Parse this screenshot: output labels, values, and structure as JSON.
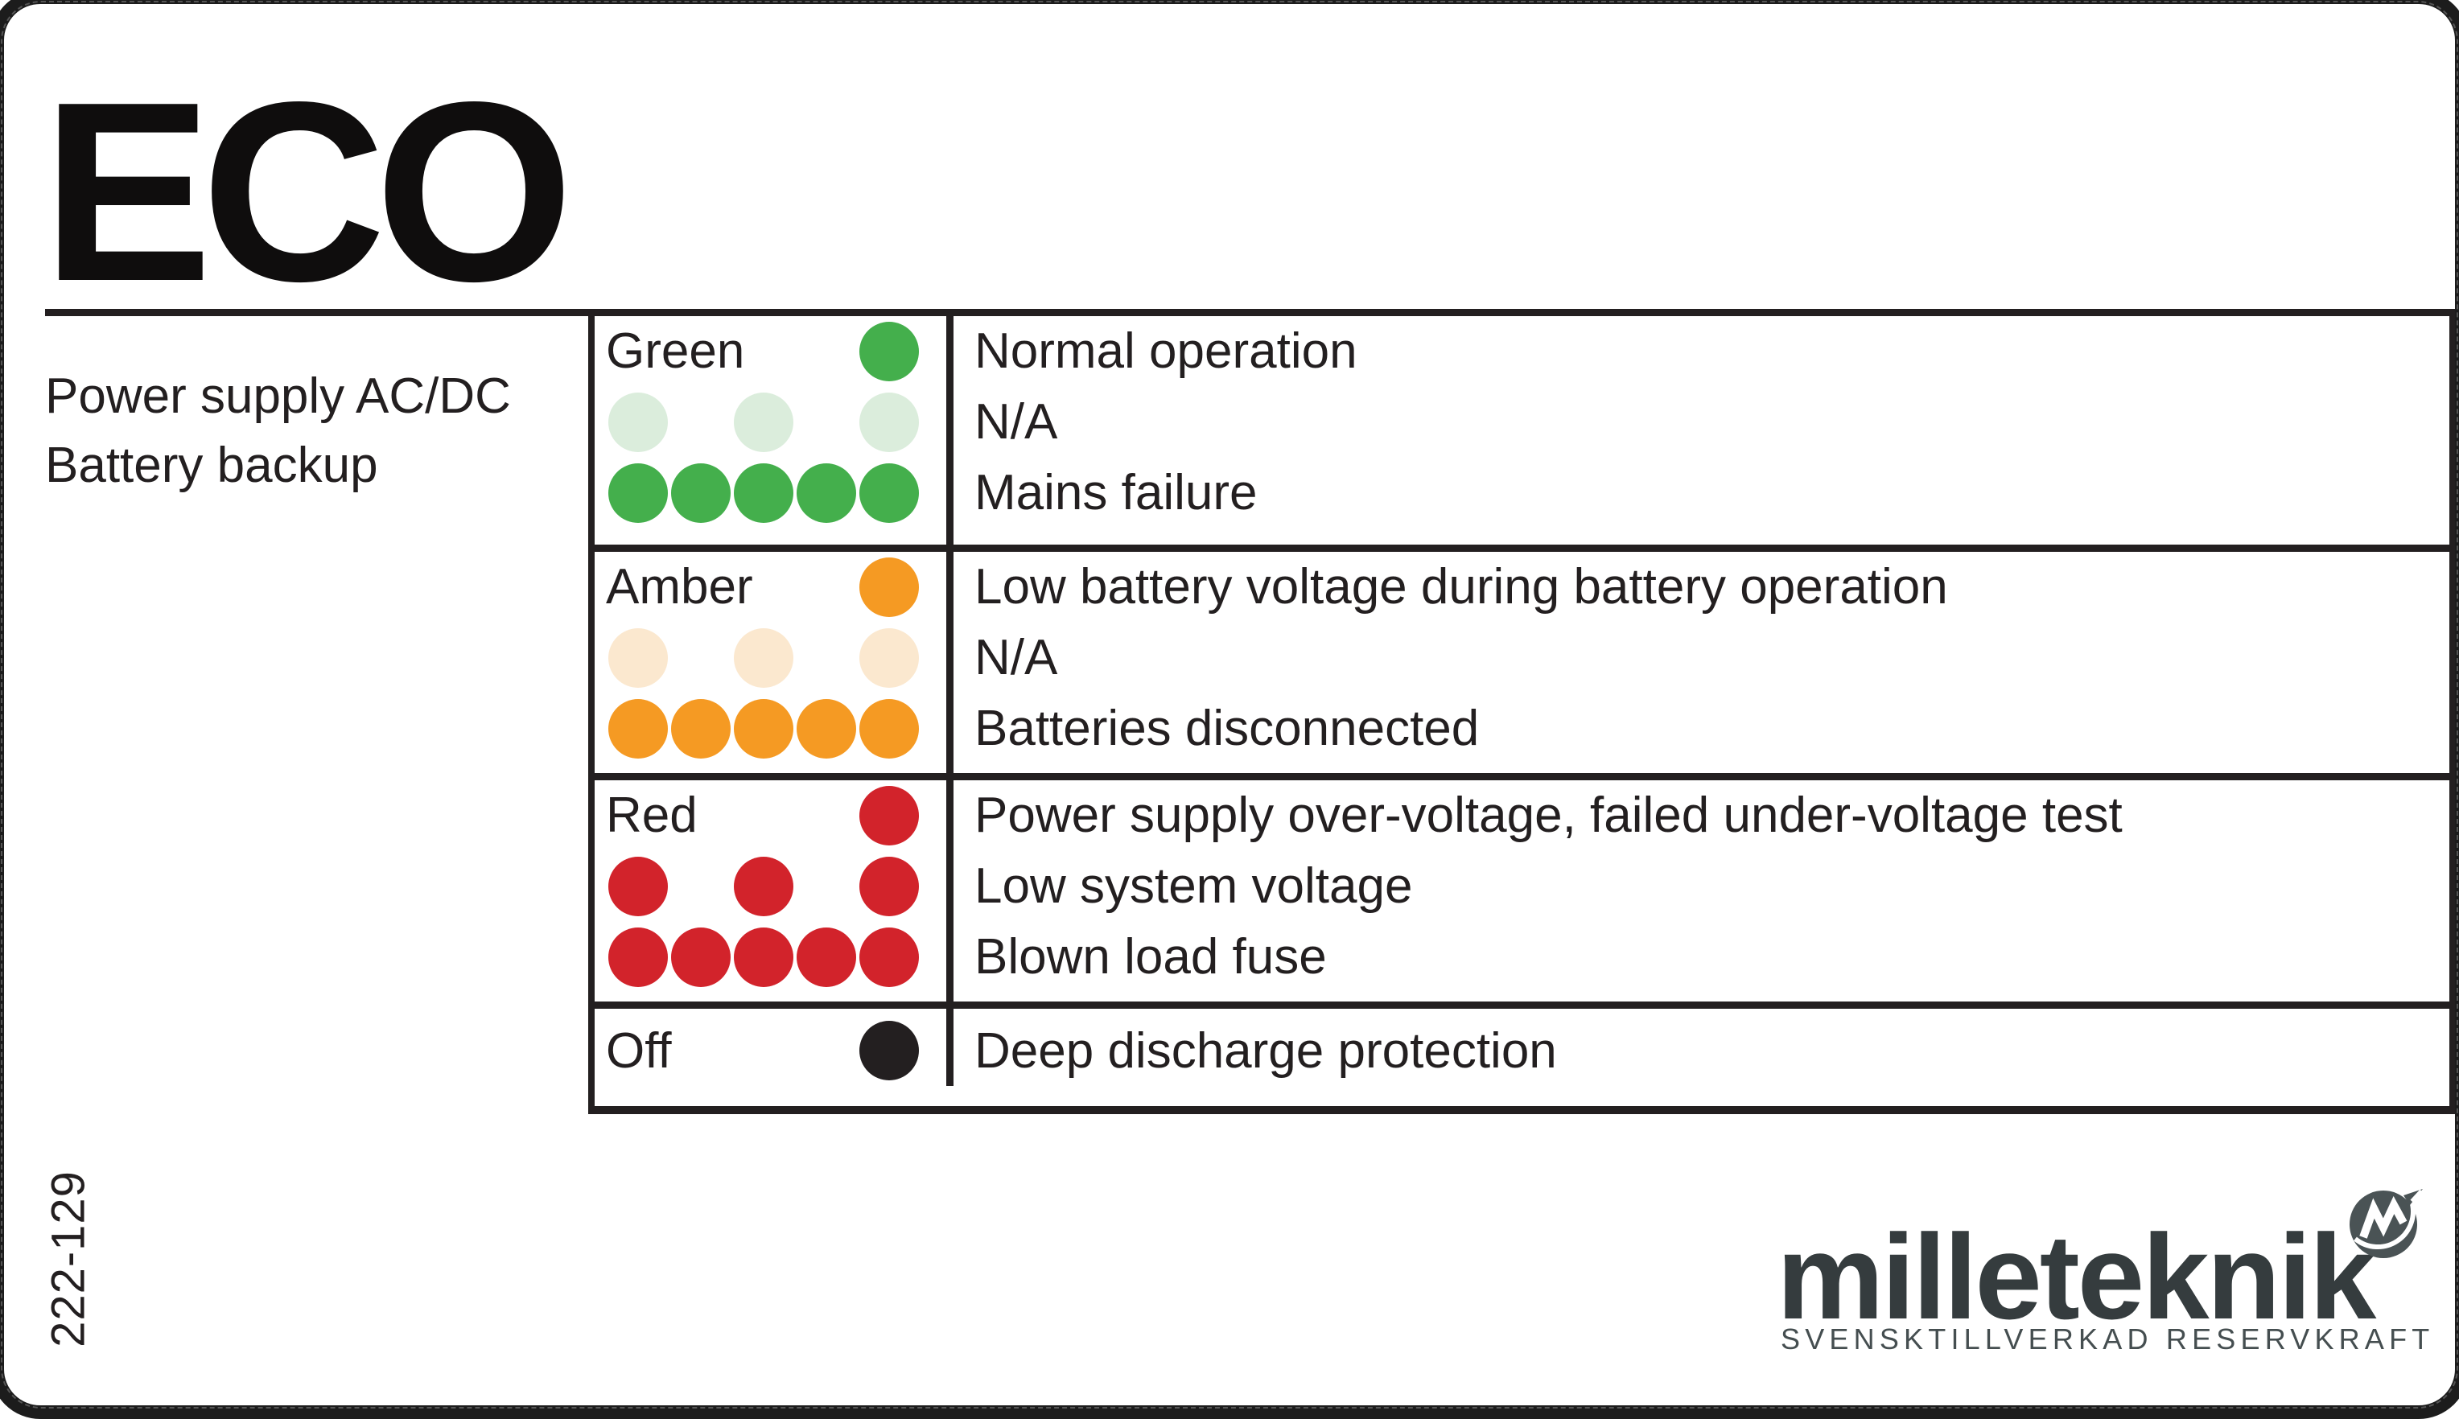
{
  "product": {
    "name": "ECO",
    "subtitle_line1": "Power supply AC/DC",
    "subtitle_line2": "Battery backup",
    "part_number": "222-129"
  },
  "colors": {
    "green": "#44AF4C",
    "green_faded": "#DBEDDC",
    "amber": "#F59A23",
    "amber_faded": "#FBE8CF",
    "red": "#D2232B",
    "off": "#231F20",
    "line": "#231F20",
    "logo_gray": "#353C3E"
  },
  "table": {
    "led_count": 5,
    "rows": [
      {
        "label": "Green",
        "color_key": "green",
        "lines": [
          {
            "dots": [
              5
            ],
            "style": "solid",
            "text": "Normal operation"
          },
          {
            "dots": [
              1,
              3,
              5
            ],
            "style": "faded",
            "text": "N/A"
          },
          {
            "dots": [
              1,
              2,
              3,
              4,
              5
            ],
            "style": "solid",
            "text": "Mains failure"
          }
        ]
      },
      {
        "label": "Amber",
        "color_key": "amber",
        "lines": [
          {
            "dots": [
              5
            ],
            "style": "solid",
            "text": "Low battery voltage during battery operation"
          },
          {
            "dots": [
              1,
              3,
              5
            ],
            "style": "faded",
            "text": "N/A"
          },
          {
            "dots": [
              1,
              2,
              3,
              4,
              5
            ],
            "style": "solid",
            "text": "Batteries disconnected"
          }
        ]
      },
      {
        "label": "Red",
        "color_key": "red",
        "lines": [
          {
            "dots": [
              5
            ],
            "style": "solid",
            "text": "Power supply over-voltage, failed under-voltage test"
          },
          {
            "dots": [
              1,
              3,
              5
            ],
            "style": "solid",
            "text": "Low system voltage"
          },
          {
            "dots": [
              1,
              2,
              3,
              4,
              5
            ],
            "style": "solid",
            "text": "Blown load fuse"
          }
        ]
      },
      {
        "label": "Off",
        "color_key": "off",
        "lines": [
          {
            "dots": [
              5
            ],
            "style": "solid",
            "text": "Deep discharge protection"
          }
        ]
      }
    ]
  },
  "logo": {
    "wordmark": "milleteknik",
    "tagline": "SVENSKTILLVERKAD RESERVKRAFT",
    "badge_icon": "m-zigzag-icon"
  }
}
